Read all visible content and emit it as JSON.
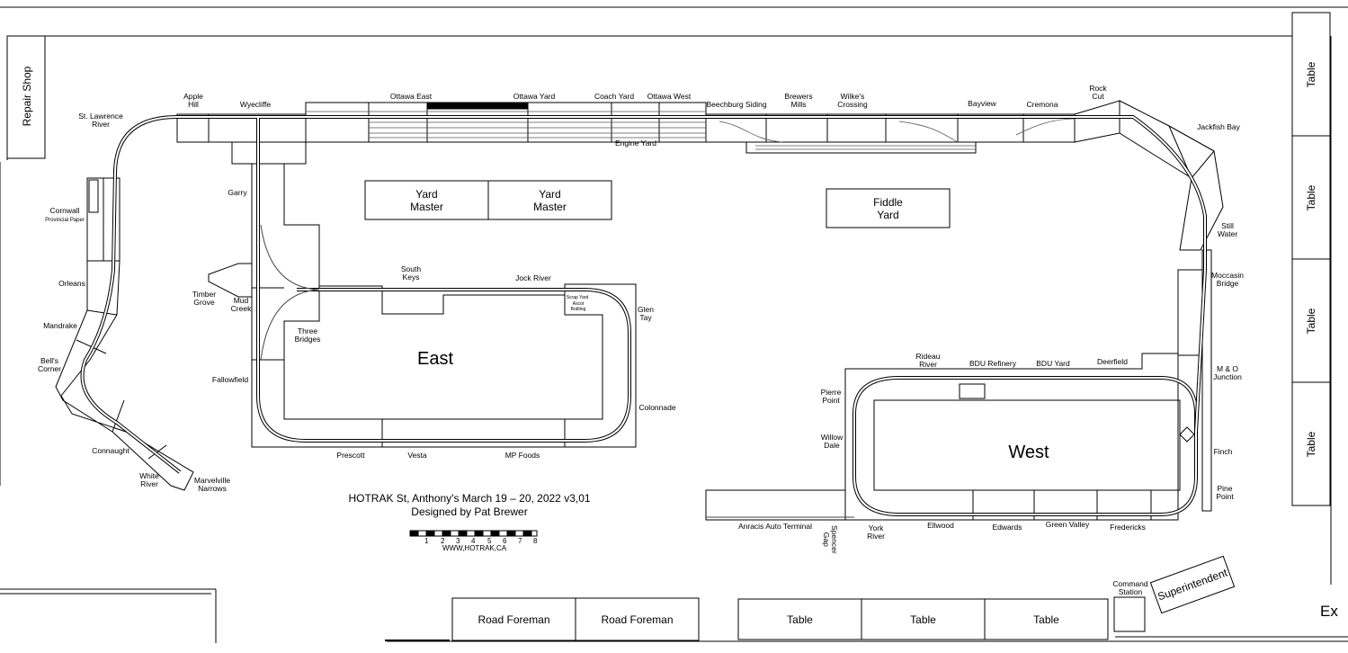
{
  "rooms": {
    "repair_shop": "Repair Shop",
    "side_tables": [
      "Table",
      "Table",
      "Table",
      "Table"
    ],
    "bottom_tables": [
      "Table",
      "Table",
      "Table"
    ],
    "road_foreman": [
      "Road Foreman",
      "Road Foreman"
    ],
    "yard_master": [
      "Yard\nMaster",
      "Yard\nMaster"
    ],
    "fiddle_yard": "Fiddle\nYard",
    "command_station": "Command\nStation",
    "superintendent": "Superintendent",
    "exit": "Ex"
  },
  "regions": {
    "east": "East",
    "west": "West"
  },
  "stations": {
    "apple_hill": "Apple\nHill",
    "wyecliffe": "Wyecliffe",
    "st_lawrence": "St. Lawrence\nRiver",
    "ottawa_east": "Ottawa East",
    "ottawa_yard": "Ottawa Yard",
    "coach_yard": "Coach Yard",
    "ottawa_west": "Ottawa West",
    "engine_yard": "Engine Yard",
    "beechburg": "Beechburg Siding",
    "brewers_mills": "Brewers\nMills",
    "wilkes_crossing": "Wilke's\nCrossing",
    "bayview": "Bayview",
    "cremona": "Cremona",
    "rock_cut": "Rock\nCut",
    "jackfish_bay": "Jackfish Bay",
    "still_water": "Still\nWater",
    "moccasin_bridge": "Moccasin\nBridge",
    "mo_junction": "M & O\nJunction",
    "finch": "Finch",
    "pine_point": "Pine\nPoint",
    "garry": "Garry",
    "cornwall": "Cornwall",
    "provincial_paper": "Provincial Paper",
    "orleans": "Orleans",
    "mandrake": "Mandrake",
    "bells_corner": "Bell's\nCorner",
    "connaught": "Connaught",
    "white_river": "White\nRiver",
    "marvelville": "Marvelville\nNarrows",
    "timber_grove": "Timber\nGrove",
    "mud_creek": "Mud\nCreek",
    "three_bridges": "Three\nBridges",
    "fallowfield": "Fallowfield",
    "south_keys": "South\nKeys",
    "jock_river": "Jock River",
    "scrap_yard": "Scrap Yard",
    "ascot_bottling": "Ascot\nBottling",
    "glen_tay": "Glen\nTay",
    "colonnade": "Colonnade",
    "prescott": "Prescott",
    "vesta": "Vesta",
    "mp_foods": "MP Foods",
    "rideau_river": "Rideau\nRiver",
    "bdu_refinery": "BDU Refinery",
    "bdu_yard": "BDU Yard",
    "deerfield": "Deerfield",
    "pierre_point": "Pierre\nPoint",
    "willow_dale": "Willow\nDale",
    "anracis": "Anracis Auto Terminal",
    "spencer_gap": "Spencer\nGap",
    "york_river": "York\nRiver",
    "ellwood": "Ellwood",
    "edwards": "Edwards",
    "green_valley": "Green Valley",
    "fredericks": "Fredericks"
  },
  "credits": {
    "title": "HOTRAK St, Anthony's March 19 – 20, 2022 v3,01",
    "designer": "Designed by Pat Brewer",
    "scale_ticks": [
      "1",
      "2",
      "3",
      "4",
      "5",
      "6",
      "7",
      "8"
    ],
    "website": "WWW,HOTRAK,CA"
  }
}
